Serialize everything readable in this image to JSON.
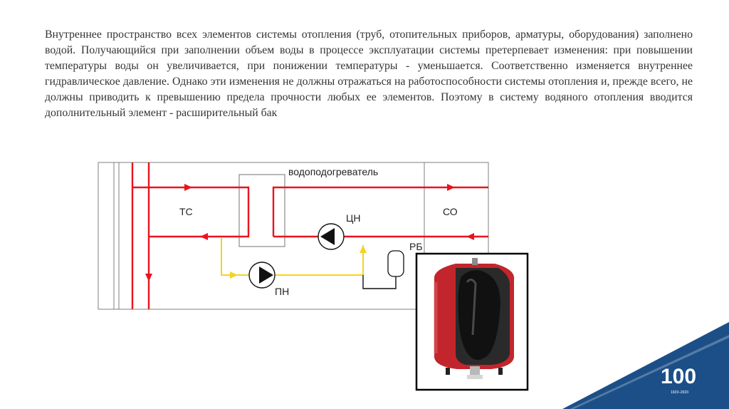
{
  "text": {
    "paragraph": "Внутреннее пространство всех элементов системы отопления (труб, отопительных приборов, арматуры, оборудования) заполнено водой. Получающийся при заполнении объем воды в процессе эксплуатации системы претерпевает изменения: при повышении температуры воды он увеличивается, при понижении температуры - уменьшается. Соответственно изменяется внутреннее гидравлическое давление. Однако эти изменения не должны отражаться на работоспособности системы отопления и, прежде всего, не должны приводить к превышению предела прочности любых ее элементов. Поэтому в систему водяного отопления вводится дополнительный элемент - расширительный бак"
  },
  "diagram": {
    "labels": {
      "heater": "водоподогреватель",
      "ts": "ТС",
      "so": "СО",
      "tsn": "ЦН",
      "pn": "ПН",
      "rb": "РБ"
    },
    "colors": {
      "supply_line": "#e8141e",
      "makeup_line": "#f2d426",
      "frame": "#7f7f7f",
      "pipe_black": "#111111"
    }
  },
  "photo": {
    "subject": "expansion-tank-cutaway",
    "colors": {
      "shell": "#c2262c",
      "membrane": "#1a1a1a",
      "border": "#000000"
    }
  },
  "logo": {
    "number": "100",
    "years": "1923–2023",
    "colors": {
      "wedge": "#1c4f87"
    }
  }
}
